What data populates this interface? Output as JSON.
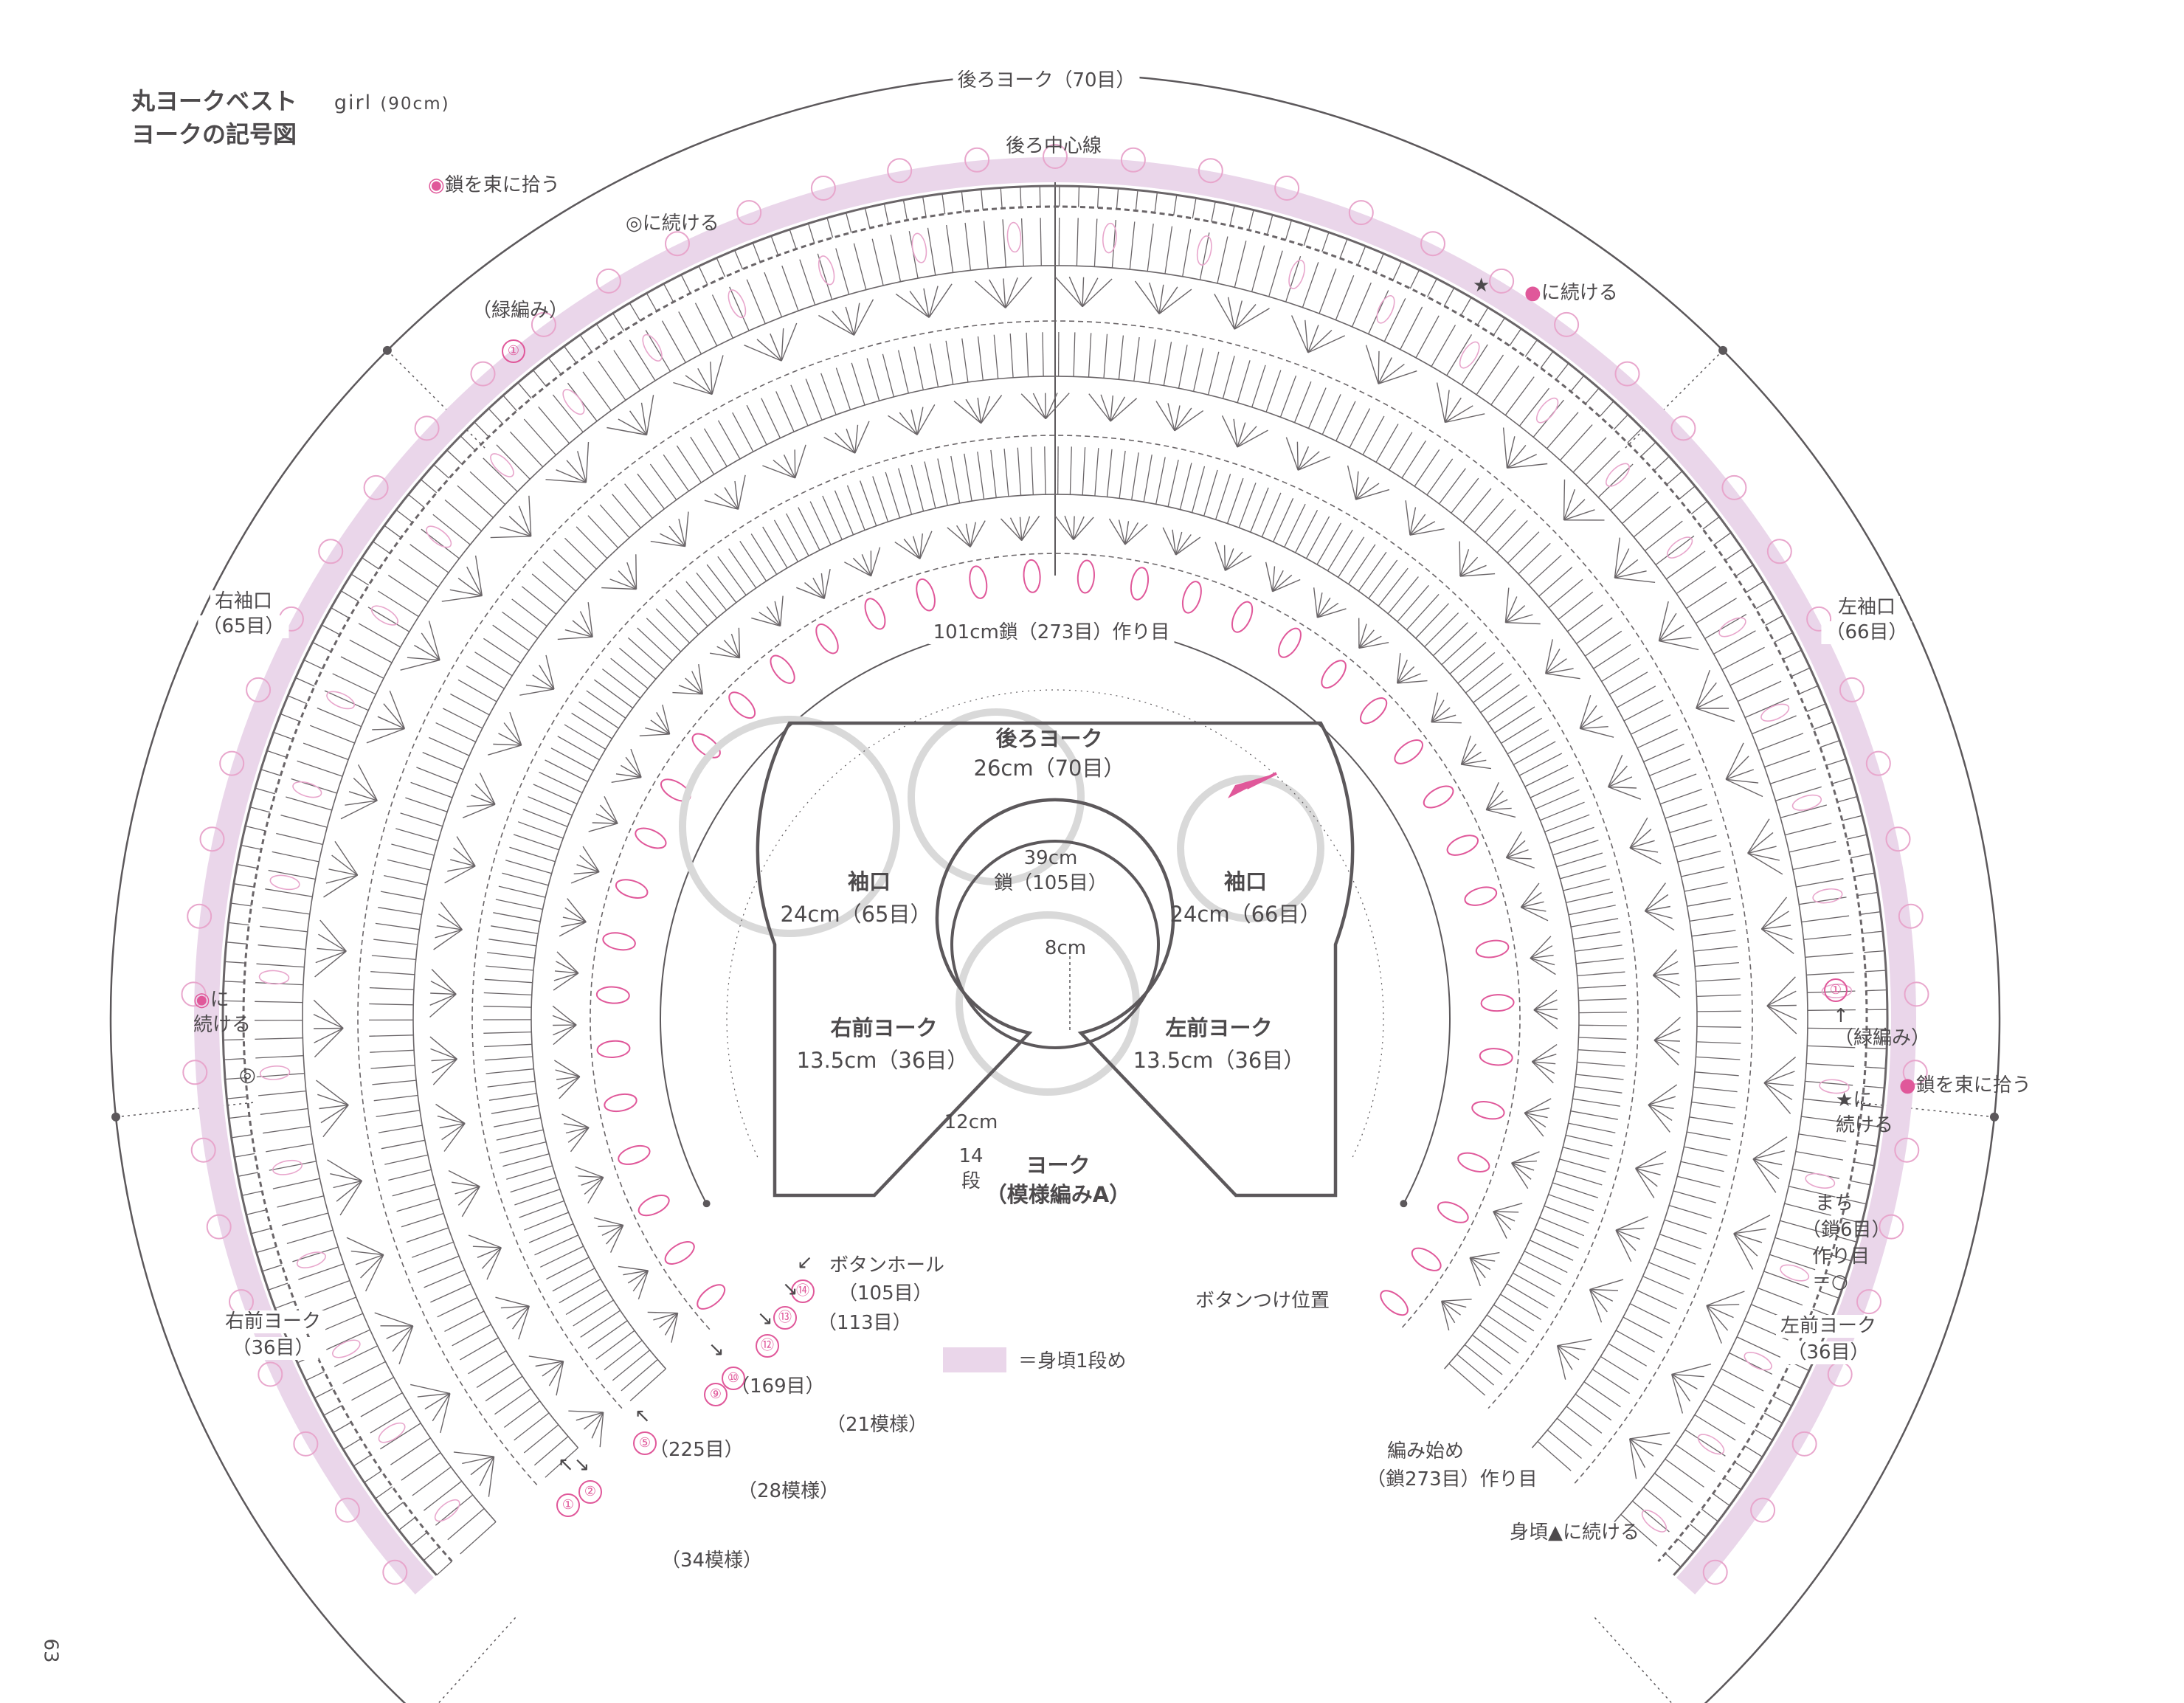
{
  "title": {
    "line1": "丸ヨークベスト",
    "girl": "girl",
    "size": "(90cm)",
    "line2": "ヨークの記号図"
  },
  "outer_labels": {
    "back_yoke": "後ろヨーク（70目）",
    "back_center": "後ろ中心線",
    "right_cuff": "右袖口",
    "right_cuff_count": "（65目）",
    "left_cuff": "左袖口",
    "left_cuff_count": "（66目）",
    "right_front": "右前ヨーク",
    "right_front_count": "（36目）",
    "left_front": "左前ヨーク",
    "left_front_count": "（36目）",
    "foundation_chain": "101cm鎖（273目）作り目"
  },
  "annotations": {
    "pick_up_left": "鎖を束に拾う",
    "continue_double_circle": "に続ける",
    "edging_left": "（緑編み）",
    "circled_one": "①",
    "star_continue": "に続ける",
    "circle_ni": "に",
    "circle_continue": "続ける",
    "edging_right": "（緑編み）",
    "pick_up_right": "鎖を束に拾う",
    "star_ni": "に",
    "star_continue2": "続ける",
    "gusset_1": "まち",
    "gusset_2": "（鎖6目）",
    "gusset_3": "作り目",
    "gusset_4": "＝○",
    "button_hole": "ボタンホール",
    "button_hole_105": "（105目）",
    "button_hole_113": "（113目）",
    "count_169": "（169目）",
    "count_225": "（225目）",
    "pattern_21": "（21模様）",
    "pattern_28": "（28模様）",
    "pattern_34": "（34模様）",
    "button_pos": "ボタンつけ位置",
    "start_1": "編み始め",
    "start_2": "（鎖273目）作り目",
    "body_continue": "身頃▲に続ける",
    "legend_text": "＝身頃1段め",
    "row_nums": [
      "⑭",
      "⑬",
      "⑫",
      "⑩",
      "⑨",
      "⑤",
      "②",
      "①"
    ]
  },
  "schematic": {
    "back_yoke": "後ろヨーク",
    "back_yoke_size": "26cm（70目）",
    "right_cuff": "袖口",
    "right_cuff_size": "24cm（65目）",
    "left_cuff": "袖口",
    "left_cuff_size": "24cm（66目）",
    "neck_size": "39cm",
    "neck_count": "鎖（105目）",
    "depth": "8cm",
    "right_front": "右前ヨーク",
    "right_front_size": "13.5cm（36目）",
    "left_front": "左前ヨーク",
    "left_front_size": "13.5cm（36目）",
    "height": "12cm",
    "rows_1": "14",
    "rows_2": "段",
    "yoke": "ヨーク",
    "pattern": "（模様編みA）"
  },
  "page_number": "63",
  "colors": {
    "line": "#5c585b",
    "stitch": "#6a6568",
    "pink": "#e0589a",
    "pink_light": "#e8a6cc",
    "band": "#ead6ea",
    "watermark": "#d9d9d9"
  }
}
